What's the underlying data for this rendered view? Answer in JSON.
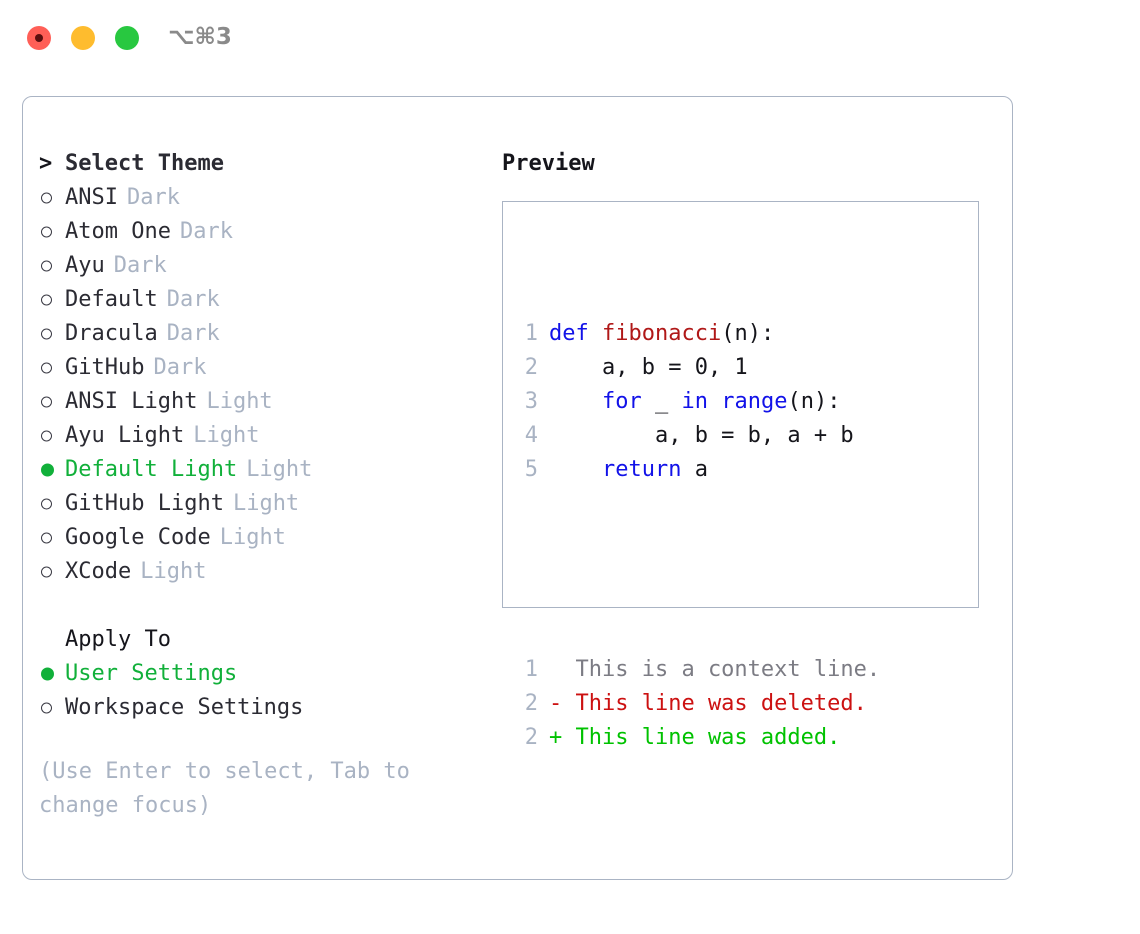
{
  "window": {
    "title": "⌥⌘3",
    "traffic_lights": [
      {
        "name": "close-button",
        "color": "#ff5f57"
      },
      {
        "name": "minimize-button",
        "color": "#febc2e"
      },
      {
        "name": "maximize-button",
        "color": "#28c840"
      }
    ]
  },
  "theme_panel": {
    "header_marker": ">",
    "header": "Select Theme",
    "items": [
      {
        "marker": "o",
        "label": "ANSI",
        "badge": "Dark",
        "selected": false
      },
      {
        "marker": "o",
        "label": "Atom One",
        "badge": "Dark",
        "selected": false
      },
      {
        "marker": "o",
        "label": "Ayu",
        "badge": "Dark",
        "selected": false
      },
      {
        "marker": "o",
        "label": "Default",
        "badge": "Dark",
        "selected": false
      },
      {
        "marker": "o",
        "label": "Dracula",
        "badge": "Dark",
        "selected": false
      },
      {
        "marker": "o",
        "label": "GitHub",
        "badge": "Dark",
        "selected": false
      },
      {
        "marker": "o",
        "label": "ANSI Light",
        "badge": "Light",
        "selected": false
      },
      {
        "marker": "o",
        "label": "Ayu Light",
        "badge": "Light",
        "selected": false
      },
      {
        "marker": "●",
        "label": "Default Light",
        "badge": "Light",
        "selected": true
      },
      {
        "marker": "o",
        "label": "GitHub Light",
        "badge": "Light",
        "selected": false
      },
      {
        "marker": "o",
        "label": "Google Code",
        "badge": "Light",
        "selected": false
      },
      {
        "marker": "o",
        "label": "XCode",
        "badge": "Light",
        "selected": false
      }
    ]
  },
  "apply_to": {
    "title": "Apply To",
    "options": [
      {
        "marker": "●",
        "label": "User Settings",
        "selected": true
      },
      {
        "marker": "o",
        "label": "Workspace Settings",
        "selected": false
      }
    ]
  },
  "hint": "(Use Enter to select, Tab to change focus)",
  "preview": {
    "title": "Preview",
    "code_lines": [
      {
        "number": "1",
        "tokens": [
          {
            "text": "def ",
            "style": "kw"
          },
          {
            "text": "fibonacci",
            "style": "fn"
          },
          {
            "text": "(n):",
            "style": "plain"
          }
        ]
      },
      {
        "number": "2",
        "tokens": [
          {
            "text": "    a, b = 0, 1",
            "style": "plain"
          }
        ]
      },
      {
        "number": "3",
        "tokens": [
          {
            "text": "    ",
            "style": "plain"
          },
          {
            "text": "for",
            "style": "kw"
          },
          {
            "text": " _ ",
            "style": "plain"
          },
          {
            "text": "in ",
            "style": "kw"
          },
          {
            "text": "range",
            "style": "kw"
          },
          {
            "text": "(n):",
            "style": "plain"
          }
        ]
      },
      {
        "number": "4",
        "tokens": [
          {
            "text": "        a, b = b, a + b",
            "style": "plain"
          }
        ]
      },
      {
        "number": "5",
        "tokens": [
          {
            "text": "    ",
            "style": "plain"
          },
          {
            "text": "return",
            "style": "kw"
          },
          {
            "text": " a",
            "style": "plain"
          }
        ]
      }
    ],
    "diff_lines": [
      {
        "number": "1",
        "sign": " ",
        "text": "  This is a context line.",
        "style": "ctx"
      },
      {
        "number": "2",
        "sign": "-",
        "text": "- This line was deleted.",
        "style": "del"
      },
      {
        "number": "2",
        "sign": "+",
        "text": "+ This line was added.",
        "style": "add"
      }
    ]
  },
  "colors": {
    "selected_green": "#11b03a",
    "muted": "#a9b3c3",
    "keyword_blue": "#1212e8",
    "function_red": "#b01818",
    "diff_delete": "#cc1111",
    "diff_add": "#00c200",
    "border": "#aab4c4"
  }
}
